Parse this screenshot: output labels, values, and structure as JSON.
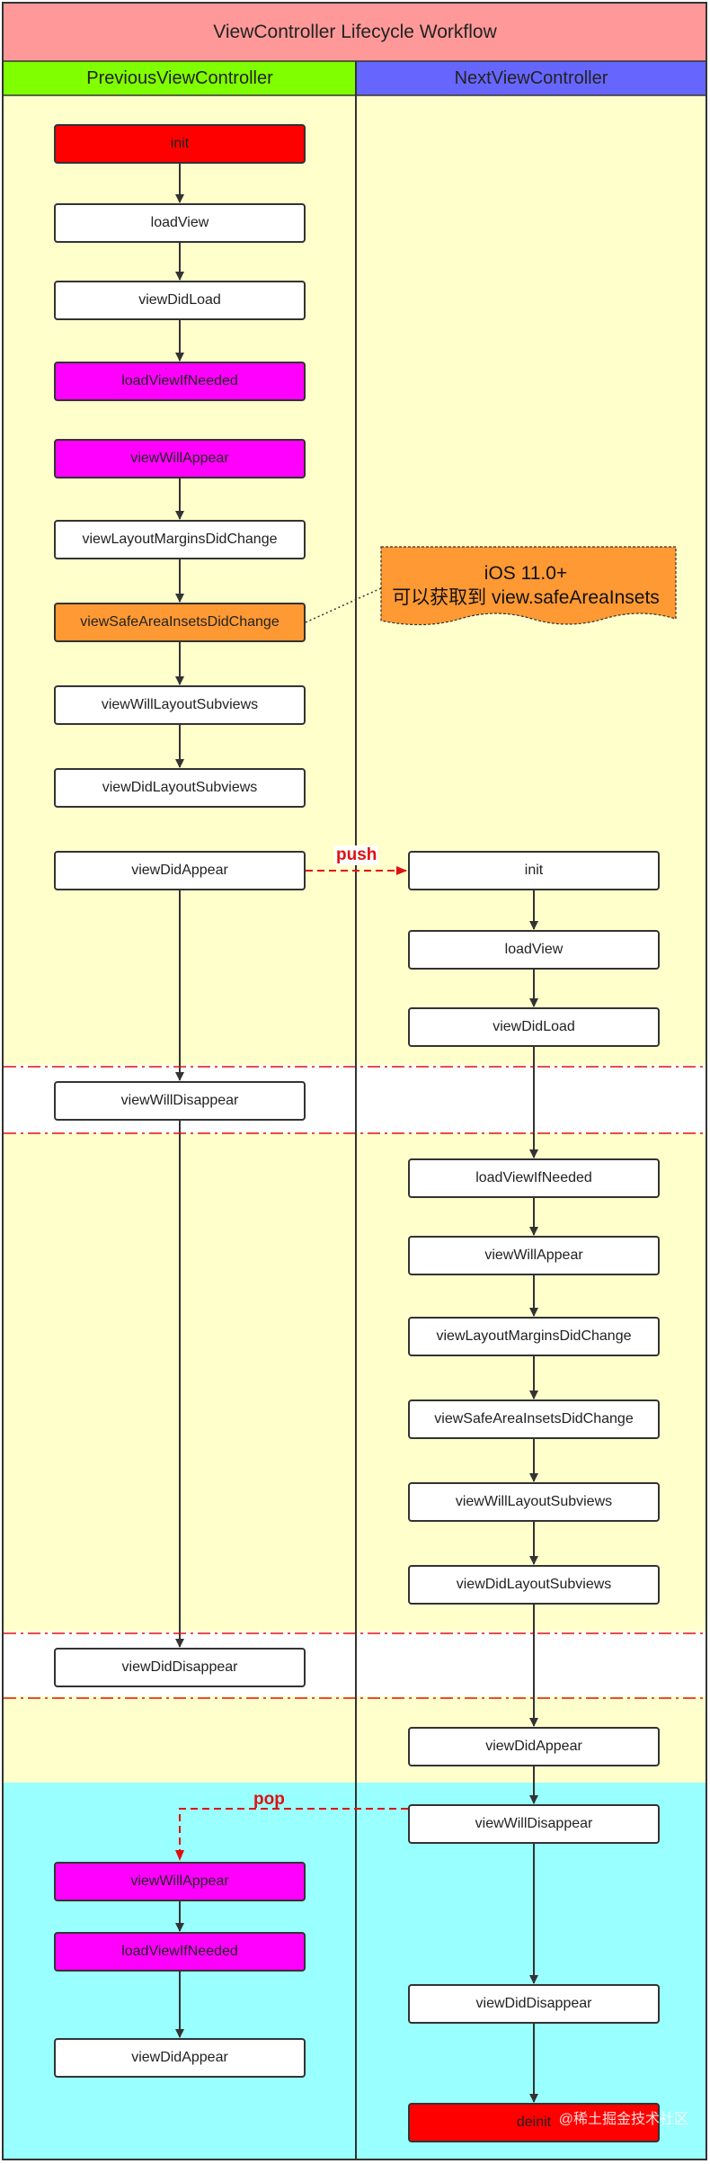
{
  "title": "ViewController Lifecycle Workflow",
  "columns": {
    "previous": "PreviousViewController",
    "next": "NextViewController"
  },
  "previous_steps": [
    {
      "label": "init",
      "color": "#ff0000"
    },
    {
      "label": "loadView",
      "color": "#ffffff"
    },
    {
      "label": "viewDidLoad",
      "color": "#ffffff"
    },
    {
      "label": "loadViewIfNeeded",
      "color": "#ff00ff"
    },
    {
      "label": "viewWillAppear",
      "color": "#ff00ff"
    },
    {
      "label": "viewLayoutMarginsDidChange",
      "color": "#ffffff"
    },
    {
      "label": "viewSafeAreaInsetsDidChange",
      "color": "#ff9933"
    },
    {
      "label": "viewWillLayoutSubviews",
      "color": "#ffffff"
    },
    {
      "label": "viewDidLayoutSubviews",
      "color": "#ffffff"
    },
    {
      "label": "viewDidAppear",
      "color": "#ffffff"
    },
    {
      "label": "viewWillDisappear",
      "color": "#ffffff"
    },
    {
      "label": "viewDidDisappear",
      "color": "#ffffff"
    },
    {
      "label": "viewWillAppear",
      "color": "#ff00ff"
    },
    {
      "label": "loadViewIfNeeded",
      "color": "#ff00ff"
    },
    {
      "label": "viewDidAppear",
      "color": "#ffffff"
    }
  ],
  "next_steps": [
    {
      "label": "init",
      "color": "#ffffff"
    },
    {
      "label": "loadView",
      "color": "#ffffff"
    },
    {
      "label": "viewDidLoad",
      "color": "#ffffff"
    },
    {
      "label": "loadViewIfNeeded",
      "color": "#ffffff"
    },
    {
      "label": "viewWillAppear",
      "color": "#ffffff"
    },
    {
      "label": "viewLayoutMarginsDidChange",
      "color": "#ffffff"
    },
    {
      "label": "viewSafeAreaInsetsDidChange",
      "color": "#ffffff"
    },
    {
      "label": "viewWillLayoutSubviews",
      "color": "#ffffff"
    },
    {
      "label": "viewDidLayoutSubviews",
      "color": "#ffffff"
    },
    {
      "label": "viewDidAppear",
      "color": "#ffffff"
    },
    {
      "label": "viewWillDisappear",
      "color": "#ffffff"
    },
    {
      "label": "viewDidDisappear",
      "color": "#ffffff"
    },
    {
      "label": "deinit",
      "color": "#ff0000"
    }
  ],
  "note": {
    "line1": "iOS 11.0+",
    "line2": "可以获取到 view.safeAreaInsets",
    "color": "#ff9933"
  },
  "push_label": "push",
  "pop_label": "pop",
  "watermark": "@稀土掘金技术社区",
  "colors": {
    "title_bar": "#ff9999",
    "previous_header": "#80ff00",
    "next_header": "#6666ff",
    "phase_yellow": "#ffffcc",
    "phase_cyan": "#99ffff",
    "transition_line": "#e01010"
  }
}
